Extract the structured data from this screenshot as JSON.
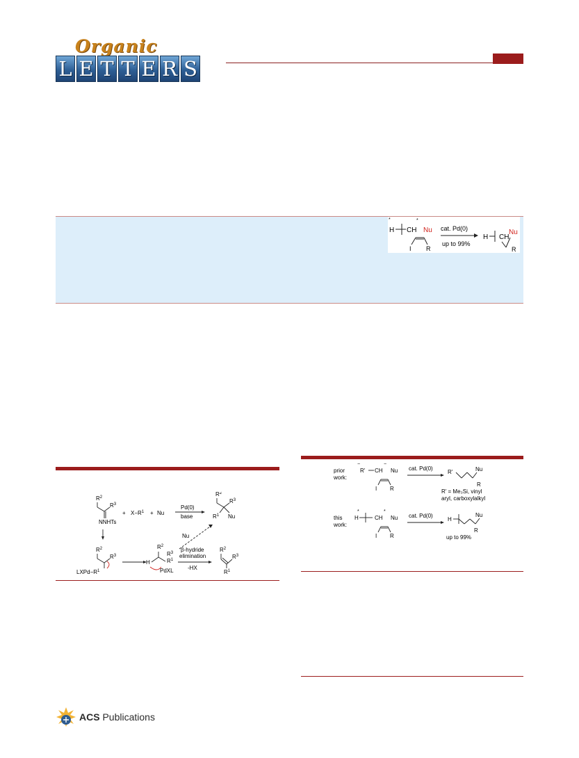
{
  "journal": {
    "logo_script": "Organic",
    "logo_letters": [
      "L",
      "E",
      "T",
      "T",
      "E",
      "R",
      "S"
    ]
  },
  "toc_graphic": {
    "reagent": "cat. Pd(0)",
    "yield": "up to 99%",
    "atoms": {
      "H": "H",
      "CH": "CH",
      "Nu": "Nu",
      "I": "I",
      "R": "R",
      "star": "*"
    }
  },
  "figure1": {
    "substituents": {
      "R2": "R",
      "R3": "R",
      "R1": "R",
      "sup1": "1",
      "sup2": "2",
      "sup3": "3"
    },
    "hydrazone": "NNHTs",
    "coupling_partner": "X−R",
    "plus": "+",
    "nucleophile": "Nu",
    "catalyst": "Pd(0)",
    "base": "base",
    "palladium_intermediate": "LXPd−R",
    "alkyl_pd": "PdXL",
    "h_label": "H",
    "elimination_line1": "β-hydride",
    "elimination_line2": "elimination",
    "loss": "-HX"
  },
  "scheme1": {
    "prior_label_1": "prior",
    "prior_label_2": "work:",
    "this_label_1": "this",
    "this_label_2": "work:",
    "reagent": "cat. Pd(0)",
    "prior_substituent": "R'",
    "prior_scope_1": "R' = Me₃Si, vinyl",
    "prior_scope_2": "aryl, carboxylalkyl",
    "yield": "up to 99%",
    "atoms": {
      "H": "H",
      "CH": "CH",
      "Nu": "Nu",
      "I": "I",
      "R": "R",
      "star": "*",
      "minus": "−"
    }
  },
  "publisher": {
    "name_bold": "ACS",
    "name_rest": " Publications"
  }
}
